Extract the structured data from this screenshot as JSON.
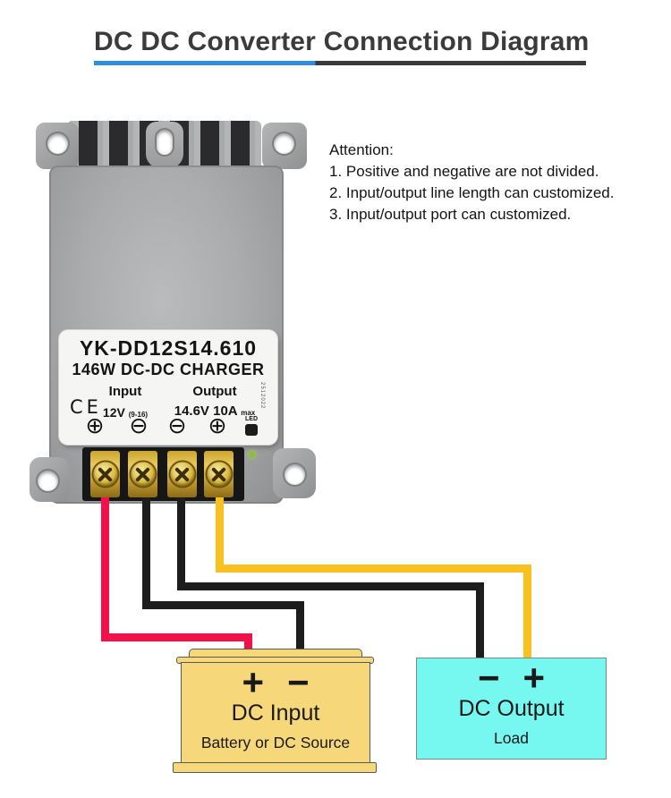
{
  "title": {
    "text": "DC DC Converter Connection Diagram"
  },
  "attention": {
    "heading": "Attention:",
    "items": [
      "1. Positive and negative are not divided.",
      "2. Input/output line length can customized.",
      "3. Input/output port can customized."
    ]
  },
  "device": {
    "model": "YK-DD12S14.610",
    "name": "146W DC-DC CHARGER",
    "input_label": "Input",
    "output_label": "Output",
    "ce_mark": "CE",
    "input_voltage": "12V",
    "input_range": "(9-16)",
    "output_spec": "14.6V 10A",
    "output_spec_sub": "max",
    "led_label": "LED",
    "date_code": "2512022",
    "terminal_symbols": [
      "⊕",
      "⊖",
      "⊖",
      "⊕"
    ]
  },
  "dc_input": {
    "plus": "+",
    "minus": "−",
    "title": "DC Input",
    "subtitle": "Battery or DC Source"
  },
  "dc_output": {
    "minus": "−",
    "plus": "+",
    "title": "DC Output",
    "subtitle": "Load"
  },
  "colors": {
    "accent_blue": "#2f8ede",
    "title_gray": "#3b3b3d",
    "wire_red": "#f1114b",
    "wire_black": "#1d1d1d",
    "wire_yellow": "#f9c11f",
    "battery_fill": "#f6d87b",
    "load_fill": "#76f7ef",
    "led_green": "#8cbe3f"
  }
}
